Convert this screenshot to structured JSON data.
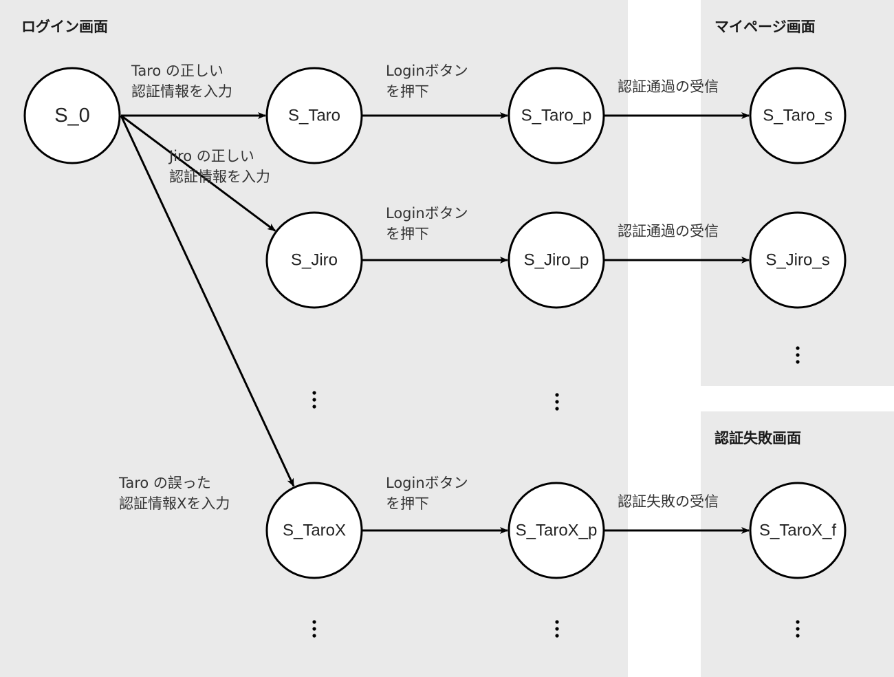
{
  "regions": [
    {
      "id": "login",
      "title": "ログイン画面"
    },
    {
      "id": "mypage",
      "title": "マイページ画面"
    },
    {
      "id": "fail",
      "title": "認証失敗画面"
    }
  ],
  "nodes": [
    {
      "id": "S_0",
      "label": "S_0"
    },
    {
      "id": "S_Taro",
      "label": "S_Taro"
    },
    {
      "id": "S_Taro_p",
      "label": "S_Taro_p"
    },
    {
      "id": "S_Taro_s",
      "label": "S_Taro_s"
    },
    {
      "id": "S_Jiro",
      "label": "S_Jiro"
    },
    {
      "id": "S_Jiro_p",
      "label": "S_Jiro_p"
    },
    {
      "id": "S_Jiro_s",
      "label": "S_Jiro_s"
    },
    {
      "id": "S_TaroX",
      "label": "S_TaroX"
    },
    {
      "id": "S_TaroX_p",
      "label": "S_TaroX_p"
    },
    {
      "id": "S_TaroX_f",
      "label": "S_TaroX_f"
    }
  ],
  "edges": [
    {
      "from": "S_0",
      "to": "S_Taro",
      "label": [
        "Taro の正しい",
        "認証情報を入力"
      ]
    },
    {
      "from": "S_Taro",
      "to": "S_Taro_p",
      "label": [
        "Loginボタン",
        "を押下"
      ]
    },
    {
      "from": "S_Taro_p",
      "to": "S_Taro_s",
      "label": [
        "認証通過の受信"
      ]
    },
    {
      "from": "S_0",
      "to": "S_Jiro",
      "label": [
        "Jiro の正しい",
        "認証情報を入力"
      ]
    },
    {
      "from": "S_Jiro",
      "to": "S_Jiro_p",
      "label": [
        "Loginボタン",
        "を押下"
      ]
    },
    {
      "from": "S_Jiro_p",
      "to": "S_Jiro_s",
      "label": [
        "認証通過の受信"
      ]
    },
    {
      "from": "S_0",
      "to": "S_TaroX",
      "label": [
        "Taro の誤った",
        "認証情報Xを入力"
      ]
    },
    {
      "from": "S_TaroX",
      "to": "S_TaroX_p",
      "label": [
        "Loginボタン",
        "を押下"
      ]
    },
    {
      "from": "S_TaroX_p",
      "to": "S_TaroX_f",
      "label": [
        "認証失敗の受信"
      ]
    }
  ],
  "ellipsis_symbol": "⋮"
}
